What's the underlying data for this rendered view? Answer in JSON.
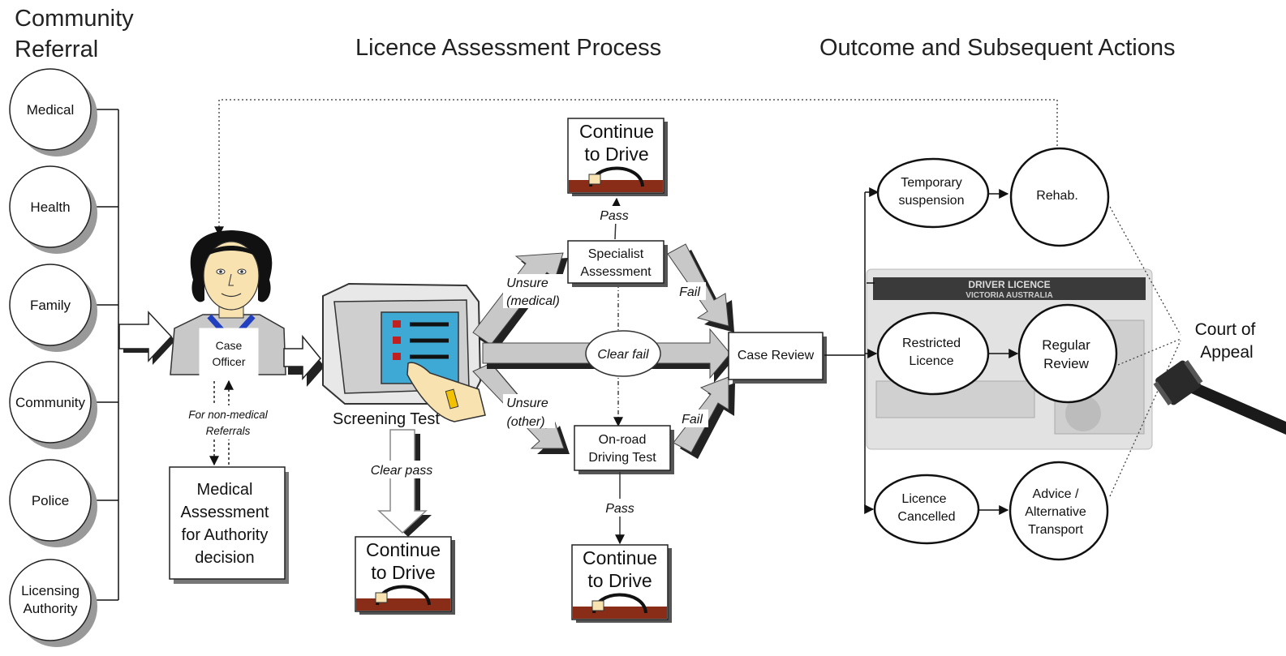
{
  "headings": {
    "community_referral": [
      "Community",
      "Referral"
    ],
    "licence_process": "Licence Assessment Process",
    "outcome": "Outcome and Subsequent Actions"
  },
  "referral_sources": [
    "Medical",
    "Health",
    "Family",
    "Community",
    "Police",
    [
      "Licensing",
      "Authority"
    ]
  ],
  "case_officer": [
    "Case",
    "Officer"
  ],
  "non_medical_note": [
    "For non-medical",
    "Referrals"
  ],
  "medical_assessment": [
    "Medical",
    "Assessment",
    "for Authority",
    "decision"
  ],
  "screening_test": "Screening Test",
  "continue_to_drive": [
    "Continue",
    "to Drive"
  ],
  "edge_labels": {
    "clear_pass": "Clear pass",
    "pass": "Pass",
    "fail": "Fail",
    "clear_fail": "Clear fail",
    "unsure_medical": [
      "Unsure",
      "(medical)"
    ],
    "unsure_other": [
      "Unsure",
      "(other)"
    ]
  },
  "specialist_assessment": [
    "Specialist",
    "Assessment"
  ],
  "on_road_test": [
    "On-road",
    "Driving Test"
  ],
  "case_review": "Case Review",
  "outcomes": {
    "temporary_suspension": [
      "Temporary",
      "suspension"
    ],
    "rehab": "Rehab.",
    "restricted_licence": [
      "Restricted",
      "Licence"
    ],
    "regular_review": [
      "Regular",
      "Review"
    ],
    "licence_cancelled": [
      "Licence",
      "Cancelled"
    ],
    "advice_transport": [
      "Advice /",
      "Alternative",
      "Transport"
    ]
  },
  "driver_licence_card": [
    "DRIVER LICENCE",
    "VICTORIA AUSTRALIA"
  ],
  "court_of_appeal": [
    "Court of",
    "Appeal"
  ],
  "icons": [
    "person-icon",
    "screening-machine-icon",
    "steering-wheel-icon",
    "gavel-icon"
  ],
  "colors": {
    "screen_blue": "#3fa9d6",
    "dash_brown": "#8a2d18",
    "skin": "#f7e2b0",
    "shirt_blue": "#2040c0",
    "card_gray": "#d8d8d8"
  }
}
